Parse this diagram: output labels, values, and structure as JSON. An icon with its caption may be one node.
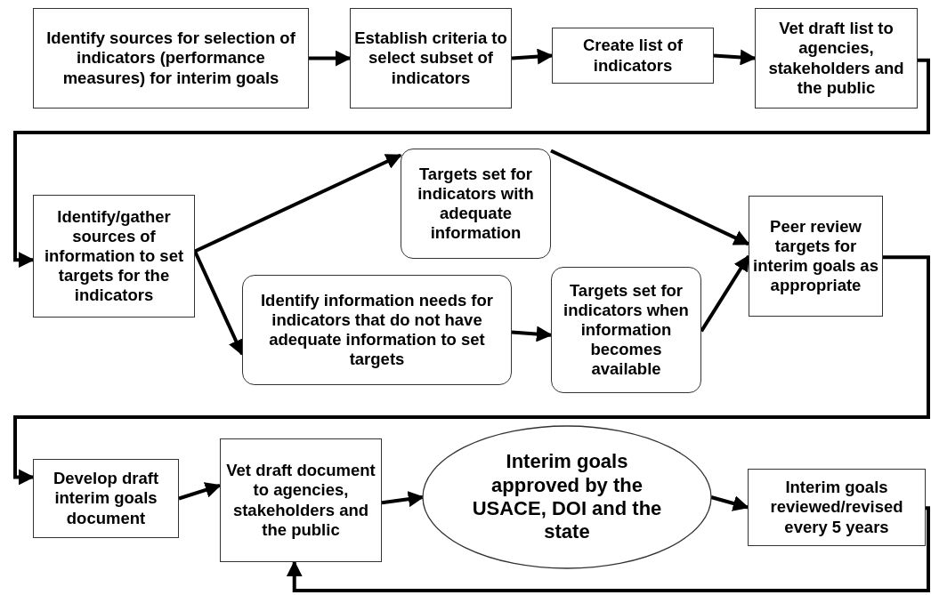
{
  "diagram": {
    "nodes": [
      {
        "text": [
          "Identify sources for selection of indicators (performance measures) for interim goals"
        ]
      },
      {
        "text": [
          "Establish criteria to select subset of indicators"
        ]
      },
      {
        "text": [
          "Create list of indicators"
        ]
      },
      {
        "text": [
          "Vet draft list to agencies, stakeholders and the public"
        ]
      },
      {
        "text": [
          "Identify/gather sources of information to set targets for the indicators"
        ]
      },
      {
        "text": [
          "Targets set for indicators with adequate information"
        ]
      },
      {
        "text": [
          "Identify information needs for indicators that do not have adequate information to set targets"
        ]
      },
      {
        "text": [
          "Targets set for indicators when information becomes available"
        ]
      },
      {
        "text": [
          "Peer review targets for interim goals as appropriate"
        ]
      },
      {
        "text": [
          "Develop draft interim goals document"
        ]
      },
      {
        "text": [
          "Vet draft document to agencies, stakeholders and the public"
        ]
      },
      {
        "text": [
          "Interim goals approved by the USACE, DOI and the state"
        ]
      },
      {
        "text": [
          "Interim goals reviewed/revised every 5 years"
        ]
      }
    ],
    "edges": [
      {
        "from": 0,
        "to": 1,
        "arrow": "to"
      },
      {
        "from": 1,
        "to": 2,
        "arrow": "to"
      },
      {
        "from": 2,
        "to": 3,
        "arrow": "to"
      },
      {
        "from": 3,
        "to": 4,
        "arrow": "to"
      },
      {
        "from": 4,
        "to": 5,
        "arrow": "to"
      },
      {
        "from": 4,
        "to": 6,
        "arrow": "to"
      },
      {
        "from": 5,
        "to": 8,
        "arrow": "to"
      },
      {
        "from": 6,
        "to": 7,
        "arrow": "to"
      },
      {
        "from": 7,
        "to": 8,
        "arrow": "to"
      },
      {
        "from": 8,
        "to": 9,
        "arrow": "to"
      },
      {
        "from": 9,
        "to": 10,
        "arrow": "to"
      },
      {
        "from": 10,
        "to": 11,
        "arrow": "to"
      },
      {
        "from": 11,
        "to": 12,
        "arrow": "to"
      },
      {
        "from": 12,
        "to": 10,
        "arrow": "to"
      }
    ]
  }
}
